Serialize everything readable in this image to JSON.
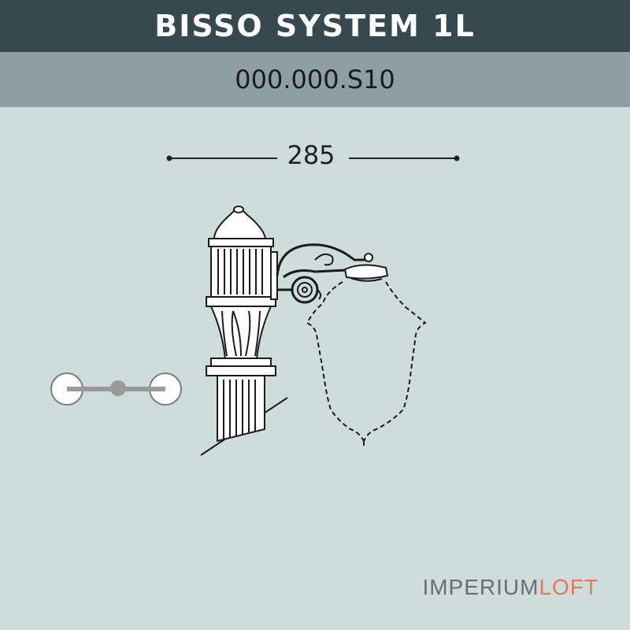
{
  "header": {
    "title": "BISSO SYSTEM 1L"
  },
  "subheader": {
    "code": "000.000.S10"
  },
  "dimension": {
    "width": "285"
  },
  "brand": {
    "part1": "IMPERIUM",
    "part2": "LOFT"
  },
  "colors": {
    "title_bar": "#36494f",
    "code_bar": "#8e9fa3",
    "background": "#cfdcdc",
    "brand_accent": "#e07b5a"
  },
  "icons": [
    "wall-bracket-mount-icon",
    "lamp-post-drawing",
    "lantern-outline"
  ]
}
